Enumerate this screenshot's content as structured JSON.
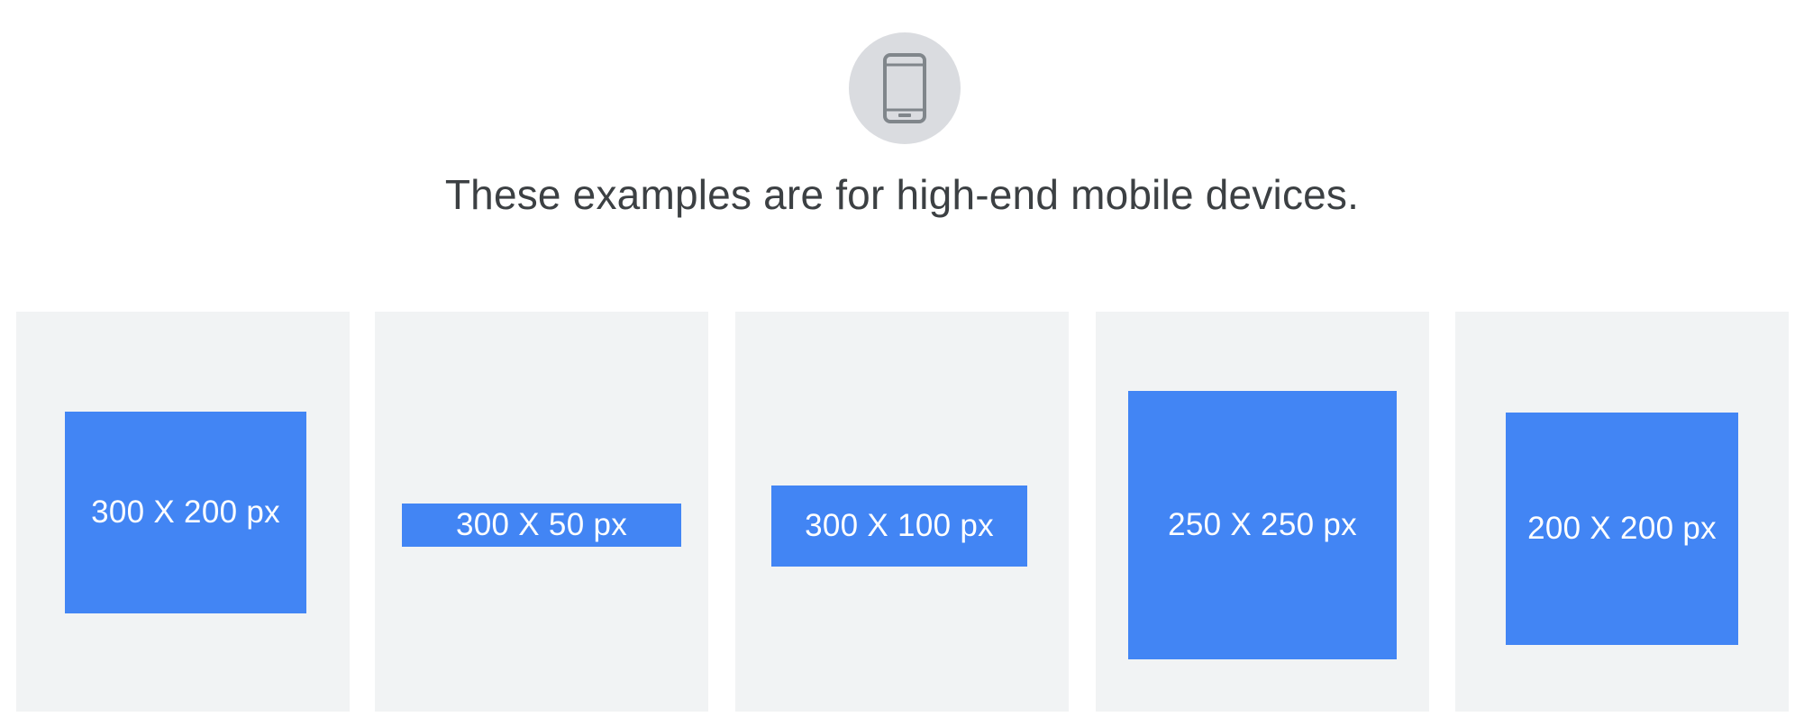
{
  "header": {
    "device_icon": "smartphone-icon",
    "headline": "These examples are for high-end mobile devices."
  },
  "colors": {
    "ad_fill": "#4285f4",
    "card_bg": "#f1f3f4",
    "icon_circle": "#dadce0",
    "headline_text": "#3c4043"
  },
  "examples": [
    {
      "label": "300 X 200 px"
    },
    {
      "label": "300 X 50 px"
    },
    {
      "label": "300 X 100 px"
    },
    {
      "label": "250 X 250 px"
    },
    {
      "label": "200 X 200 px"
    }
  ]
}
